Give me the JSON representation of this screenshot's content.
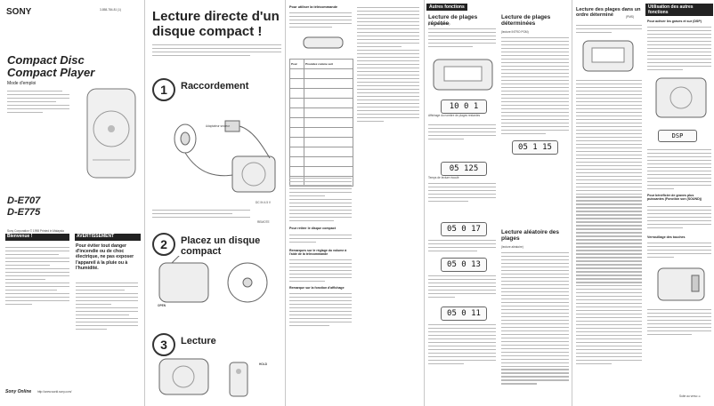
{
  "p1": {
    "brand": "SONY",
    "part_no": "3-858-784-81 (1)",
    "title_line1": "Compact Disc",
    "title_line2": "Compact Player",
    "subtitle": "Mode d'emploi",
    "model1": "D-E707",
    "model2": "D-E775",
    "copyright": "Sony Corporation © 1998  Printed in Malaysia",
    "welcome": "Bienvenue !",
    "warning_title": "AVERTISSEMENT",
    "warning_text": "Pour éviter tout danger d'incendie ou de choc électrique, ne pas exposer l'appareil à la pluie ou à l'humidité.",
    "footer_logo": "Sony Online",
    "footer_url": "http://www.world.sony.com/"
  },
  "p2": {
    "title": "Lecture directe d'un disque compact !",
    "step1": "1",
    "step1_title": "Raccordement",
    "step2": "2",
    "step2_title": "Placez un disque compact",
    "step3": "3",
    "step3_title": "Lecture",
    "label_open": "OPEN",
    "label_remote": "REMOTE",
    "label_dc": "DC IN 4.5 V",
    "label_adapter": "Adaptateur secteur",
    "label_hold": "HOLD"
  },
  "p3": {
    "head_remote": "Pour utiliser la télécommande",
    "col_a": "Pour",
    "col_b": "Procédez comme suit",
    "head_stop": "Pour retirer le disque compact",
    "head_volume": "Remarques sur le réglage du volume à l'aide de la télécommande",
    "head_hold": "Remarque sur la fonction d'affichage"
  },
  "p4": {
    "tab": "Autres fonctions",
    "sec1_title": "Lecture de plages répétée",
    "sec1_sub": "(Lecture répétée)",
    "sec2_title": "Lecture de plages déterminées",
    "sec2_sub": "(lecture INTRO PGM)",
    "sec3_title": "Lecture aléatoire des plages",
    "sec3_sub": "(lecture aléatoire)",
    "sec4_title": "Lecture des plages dans un ordre déterminé",
    "sec4_sub": "(PMS)",
    "lcd1": "10 0 1",
    "lcd2": "05 125",
    "lcd3": "05 0 17",
    "lcd4": "05 0 13",
    "lcd5": "05 0 11",
    "lcd6": "05 1 15",
    "label_remaining": "Affichage du nombre de plages restantes",
    "label_elapsed": "Temps de lecture écoulé"
  },
  "p5": {
    "tab": "Utilisation des autres fonctions",
    "head_bass": "Pour activer les graves et sur (DSP)",
    "head_g": "Pour bénéficier de graves plus puissantes (Fonction son (SOUND))",
    "head_lock": "Verrouillage des touches",
    "lcd_dsp": "DSP",
    "suite": "Suite au verso ➔"
  }
}
